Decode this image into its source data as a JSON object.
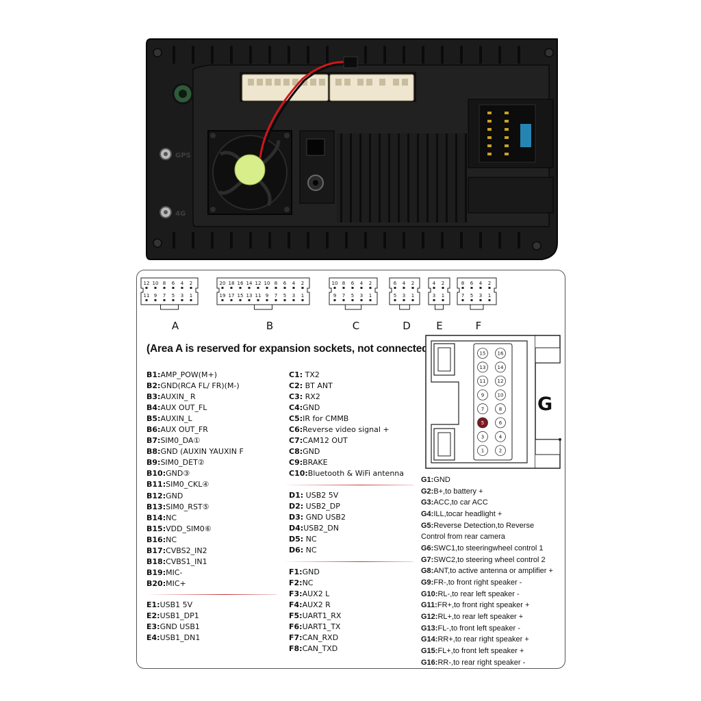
{
  "device": {
    "gps_label": "GPS",
    "g4_label": "4G"
  },
  "connectors": [
    {
      "id": "A",
      "letter": "A",
      "top_pins": [
        "12",
        "10",
        "8",
        "6",
        "4",
        "2"
      ],
      "bottom_pins": [
        "11",
        "9",
        "7",
        "5",
        "3",
        "1"
      ]
    },
    {
      "id": "B",
      "letter": "B",
      "top_pins": [
        "20",
        "18",
        "16",
        "14",
        "12",
        "10",
        "8",
        "6",
        "4",
        "2"
      ],
      "bottom_pins": [
        "19",
        "17",
        "15",
        "13",
        "11",
        "9",
        "7",
        "5",
        "3",
        "1"
      ]
    },
    {
      "id": "C",
      "letter": "C",
      "top_pins": [
        "10",
        "8",
        "6",
        "4",
        "2"
      ],
      "bottom_pins": [
        "9",
        "7",
        "5",
        "3",
        "1"
      ]
    },
    {
      "id": "D",
      "letter": "D",
      "top_pins": [
        "6",
        "4",
        "2"
      ],
      "bottom_pins": [
        "5",
        "3",
        "1"
      ]
    },
    {
      "id": "E",
      "letter": "E",
      "top_pins": [
        "4",
        "2"
      ],
      "bottom_pins": [
        "3",
        "1"
      ]
    },
    {
      "id": "F",
      "letter": "F",
      "top_pins": [
        "8",
        "6",
        "4",
        "2"
      ],
      "bottom_pins": [
        "7",
        "5",
        "3",
        "1"
      ]
    }
  ],
  "note": "(Area A is reserved for expansion sockets, not connected)",
  "pins_b": [
    {
      "code": "B1",
      "desc": "AMP_POW(M+)"
    },
    {
      "code": "B2",
      "desc": "GND(RCA FL/ FR)(M-)"
    },
    {
      "code": "B3",
      "desc": "AUXIN_ R"
    },
    {
      "code": "B4",
      "desc": "AUX OUT_FL"
    },
    {
      "code": "B5",
      "desc": "AUXIN_L"
    },
    {
      "code": "B6",
      "desc": "AUX OUT_FR"
    },
    {
      "code": "B7",
      "desc": "SIM0_DA①"
    },
    {
      "code": "B8",
      "desc": "GND (AUXIN YAUXIN F"
    },
    {
      "code": "B9",
      "desc": "SIM0_DET②"
    },
    {
      "code": "B10",
      "desc": "GND③"
    },
    {
      "code": "B11",
      "desc": "SIM0_CKL④"
    },
    {
      "code": "B12",
      "desc": "GND"
    },
    {
      "code": "B13",
      "desc": "SIM0_RST⑤"
    },
    {
      "code": "B14",
      "desc": "NC"
    },
    {
      "code": "B15",
      "desc": "VDD_SIM0⑥"
    },
    {
      "code": "B16",
      "desc": "NC"
    },
    {
      "code": "B17",
      "desc": "CVBS2_IN2"
    },
    {
      "code": "B18",
      "desc": "CVBS1_IN1"
    },
    {
      "code": "B19",
      "desc": "MIC-"
    },
    {
      "code": "B20",
      "desc": "MIC+"
    }
  ],
  "pins_e": [
    {
      "code": "E1",
      "desc": "USB1 5V"
    },
    {
      "code": "E2",
      "desc": "USB1_DP1"
    },
    {
      "code": "E3",
      "desc": "GND USB1"
    },
    {
      "code": "E4",
      "desc": "USB1_DN1"
    }
  ],
  "pins_c": [
    {
      "code": "C1",
      "desc": " TX2"
    },
    {
      "code": "C2",
      "desc": " BT ANT"
    },
    {
      "code": "C3",
      "desc": " RX2"
    },
    {
      "code": "C4",
      "desc": "GND"
    },
    {
      "code": "C5",
      "desc": "IR for CMMB"
    },
    {
      "code": "C6",
      "desc": "Reverse video signal +"
    },
    {
      "code": "C7",
      "desc": "CAM12 OUT"
    },
    {
      "code": "C8",
      "desc": "GND"
    },
    {
      "code": "C9",
      "desc": "BRAKE"
    },
    {
      "code": "C10",
      "desc": "Bluetooth & WiFi antenna"
    }
  ],
  "pins_d": [
    {
      "code": "D1",
      "desc": " USB2 5V"
    },
    {
      "code": "D2",
      "desc": " USB2_DP"
    },
    {
      "code": "D3",
      "desc": " GND USB2"
    },
    {
      "code": "D4",
      "desc": "USB2_DN"
    },
    {
      "code": "D5",
      "desc": " NC"
    },
    {
      "code": "D6",
      "desc": " NC"
    }
  ],
  "pins_f": [
    {
      "code": "F1",
      "desc": "GND"
    },
    {
      "code": "F2",
      "desc": "NC"
    },
    {
      "code": "F3",
      "desc": "AUX2 L"
    },
    {
      "code": "F4",
      "desc": "AUX2 R"
    },
    {
      "code": "F5",
      "desc": "UART1_RX"
    },
    {
      "code": "F6",
      "desc": "UART1_TX"
    },
    {
      "code": "F7",
      "desc": "CAN_RXD"
    },
    {
      "code": "F8",
      "desc": "CAN_TXD"
    }
  ],
  "g_connector": {
    "letter": "G",
    "left_pins": [
      "15",
      "13",
      "11",
      "9",
      "7",
      "5",
      "3",
      "1"
    ],
    "right_pins": [
      "16",
      "14",
      "12",
      "10",
      "8",
      "6",
      "4",
      "2"
    ],
    "highlight_pin": "5",
    "highlight_color": "#7a1a22"
  },
  "pins_g": [
    {
      "code": "G1",
      "desc": "GND"
    },
    {
      "code": "G2",
      "desc": "B+,to battery +"
    },
    {
      "code": "G3",
      "desc": "ACC,to car ACC"
    },
    {
      "code": "G4",
      "desc": "ILL,tocar headlight +"
    },
    {
      "code": "G5",
      "desc": "Reverse Detection,to Reverse"
    },
    {
      "code": "",
      "desc": "Control from rear camera"
    },
    {
      "code": "G6",
      "desc": "SWC1,to steeringwheel control 1"
    },
    {
      "code": "G7",
      "desc": "SWC2,to steering wheel control 2"
    },
    {
      "code": "G8",
      "desc": "ANT,to active antenna or amplifier +"
    },
    {
      "code": "G9",
      "desc": "FR-,to front right speaker -"
    },
    {
      "code": "G10",
      "desc": "RL-,to rear left speaker -"
    },
    {
      "code": "G11",
      "desc": "FR+,to front right speaker +"
    },
    {
      "code": "G12",
      "desc": "RL+,to rear left speaker +"
    },
    {
      "code": "G13",
      "desc": "FL-,to front left speaker -"
    },
    {
      "code": "G14",
      "desc": "RR+,to rear right speaker +"
    },
    {
      "code": "G15",
      "desc": "FL+,to front left speaker +"
    },
    {
      "code": "G16",
      "desc": "RR-,to rear right speaker -"
    }
  ],
  "colors": {
    "device_body": "#1b1b1b",
    "connector_cream": "#efe6cf",
    "wire_red": "#d0161b",
    "fan_label": "#d7ee8a",
    "rule_red": "#be1e1e"
  }
}
